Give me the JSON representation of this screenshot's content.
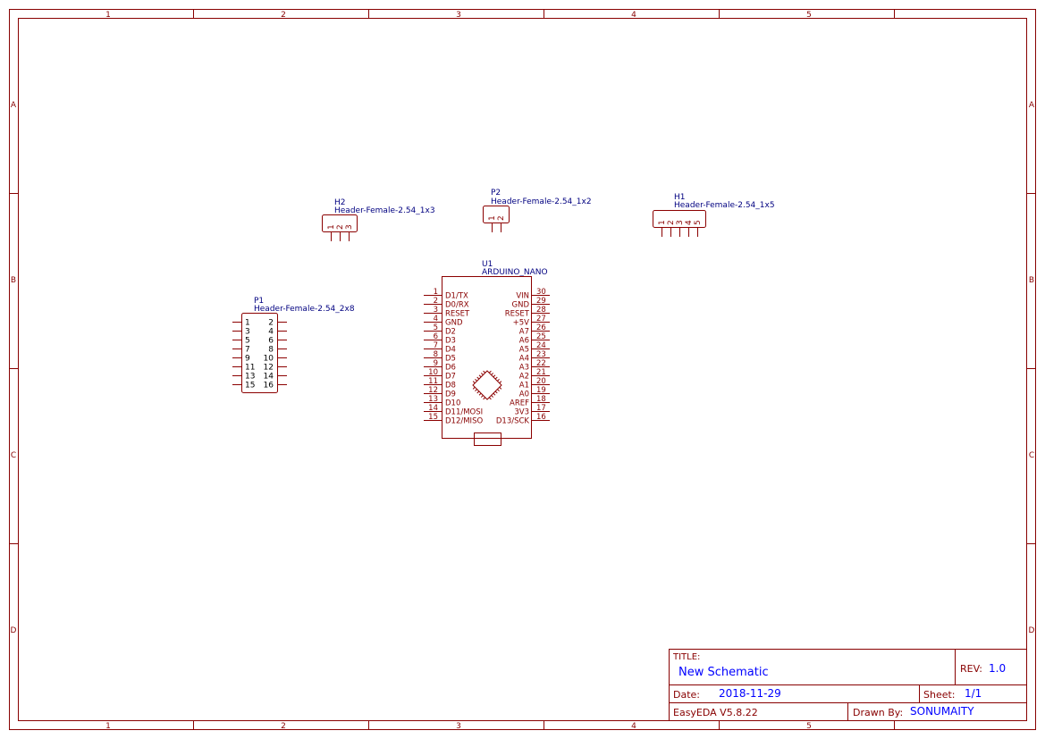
{
  "colors": {
    "frame": "#880000",
    "component": "#8b0000",
    "designator": "#000080",
    "pin_number": "#880000",
    "p1_pin_text": "#000000",
    "title_value": "#0000ff",
    "background": "#ffffff"
  },
  "frame": {
    "col_labels": [
      "1",
      "2",
      "3",
      "4",
      "5"
    ],
    "row_labels": [
      "A",
      "B",
      "C",
      "D"
    ]
  },
  "components": {
    "h2": {
      "designator": "H2",
      "value": "Header-Female-2.54_1x3",
      "pins": [
        "1",
        "2",
        "3"
      ]
    },
    "p2": {
      "designator": "P2",
      "value": "Header-Female-2.54_1x2",
      "pins": [
        "1",
        "2"
      ]
    },
    "h1": {
      "designator": "H1",
      "value": "Header-Female-2.54_1x5",
      "pins": [
        "1",
        "2",
        "3",
        "4",
        "5"
      ]
    },
    "p1": {
      "designator": "P1",
      "value": "Header-Female-2.54_2x8",
      "left_pins": [
        "1",
        "3",
        "5",
        "7",
        "9",
        "11",
        "13",
        "15"
      ],
      "right_pins": [
        "2",
        "4",
        "6",
        "8",
        "10",
        "12",
        "14",
        "16"
      ]
    },
    "u1": {
      "designator": "U1",
      "value": "ARDUINO_NANO",
      "left_pins": [
        {
          "num": "1",
          "name": "D1/TX"
        },
        {
          "num": "2",
          "name": "D0/RX"
        },
        {
          "num": "3",
          "name": "RESET"
        },
        {
          "num": "4",
          "name": "GND"
        },
        {
          "num": "5",
          "name": "D2"
        },
        {
          "num": "6",
          "name": "D3"
        },
        {
          "num": "7",
          "name": "D4"
        },
        {
          "num": "8",
          "name": "D5"
        },
        {
          "num": "9",
          "name": "D6"
        },
        {
          "num": "10",
          "name": "D7"
        },
        {
          "num": "11",
          "name": "D8"
        },
        {
          "num": "12",
          "name": "D9"
        },
        {
          "num": "13",
          "name": "D10"
        },
        {
          "num": "14",
          "name": "D11/MOSI"
        },
        {
          "num": "15",
          "name": "D12/MISO"
        }
      ],
      "right_pins": [
        {
          "num": "30",
          "name": "VIN"
        },
        {
          "num": "29",
          "name": "GND"
        },
        {
          "num": "28",
          "name": "RESET"
        },
        {
          "num": "27",
          "name": "+5V"
        },
        {
          "num": "26",
          "name": "A7"
        },
        {
          "num": "25",
          "name": "A6"
        },
        {
          "num": "24",
          "name": "A5"
        },
        {
          "num": "23",
          "name": "A4"
        },
        {
          "num": "22",
          "name": "A3"
        },
        {
          "num": "21",
          "name": "A2"
        },
        {
          "num": "20",
          "name": "A1"
        },
        {
          "num": "19",
          "name": "A0"
        },
        {
          "num": "18",
          "name": "AREF"
        },
        {
          "num": "17",
          "name": "3V3"
        },
        {
          "num": "16",
          "name": "D13/SCK"
        }
      ]
    }
  },
  "title_block": {
    "title_label": "TITLE:",
    "title_value": "New Schematic",
    "rev_label": "REV:",
    "rev_value": "1.0",
    "date_label": "Date:",
    "date_value": "2018-11-29",
    "sheet_label": "Sheet:",
    "sheet_value": "1/1",
    "software": "EasyEDA V5.8.22",
    "drawn_by_label": "Drawn By:",
    "drawn_by_value": "SONUMAITY"
  }
}
